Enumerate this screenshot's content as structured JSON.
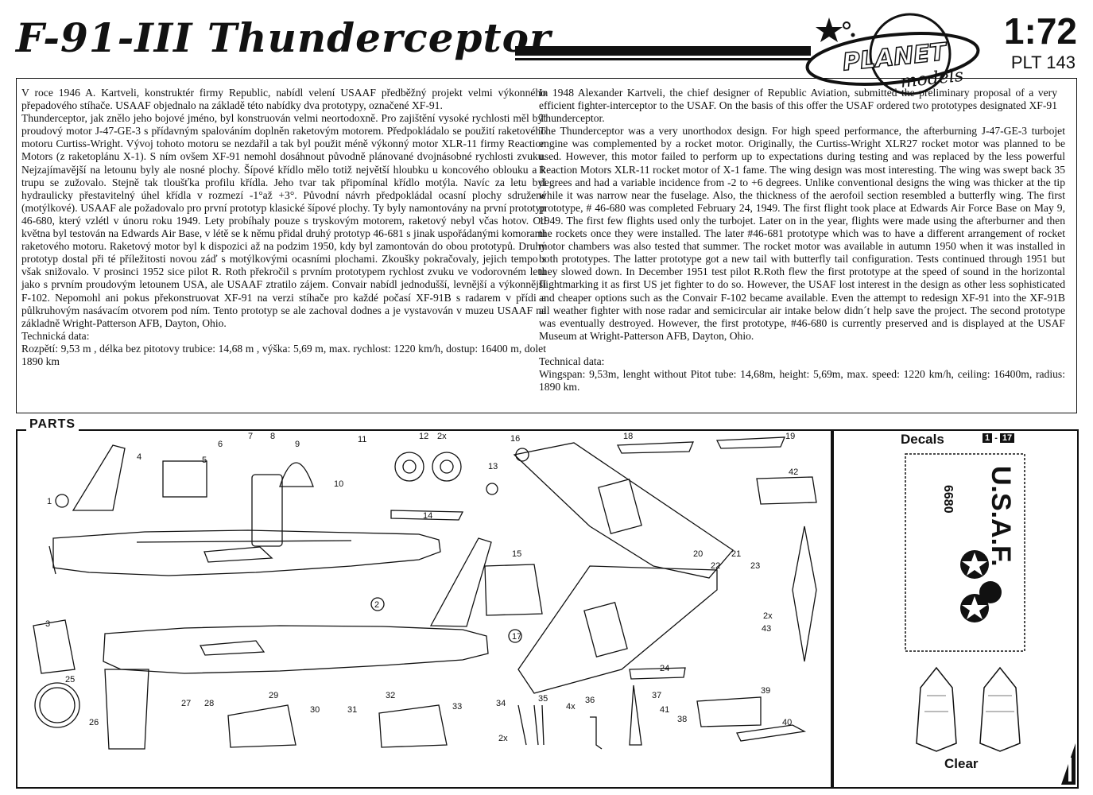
{
  "header": {
    "title": "F-91-III Thunderceptor",
    "scale": "1:72",
    "code": "PLT 143",
    "logo_main": "PLANET",
    "logo_sub": "models"
  },
  "czech": {
    "p1": "V roce 1946 A. Kartveli, konstruktér firmy Republic, nabídl velení USAAF předběžný projekt velmi výkonného přepadového stíhače. USAAF objednalo na základě této nabídky dva prototypy, označené XF-91.",
    "p2": "Thunderceptor, jak znělo jeho bojové jméno, byl konstruován velmi neortodoxně. Pro zajištění vysoké rychlosti měl být proudový motor J-47-GE-3 s přídavným spalováním doplněn raketovým motorem. Předpokládalo se použití raketového motoru Curtiss-Wright. Vývoj tohoto motoru se nezdařil a tak byl použit méně výkonný motor XLR-11 firmy Reaction Motors (z raketoplánu X-1). S ním ovšem XF-91 nemohl dosáhnout původně plánované dvojnásobné rychlosti zvuku. Nejzajímavější na letounu byly ale nosné plochy. Šípové křídlo mělo totiž největší hloubku u koncového oblouku a k trupu se zužovalo. Stejně tak tloušťka profilu křídla. Jeho tvar tak připomínal křídlo motýla. Navíc za letu byl hydraulicky přestavitelný úhel křídla v rozmezí -1°až +3°. Původní návrh předpokládal ocasní plochy sdružené (motýlkové). USAAF ale požadovalo pro první prototyp klasické šípové plochy. Ty byly namontovány na první prototyp 46-680, který vzlétl v únoru roku 1949. Lety probíhaly pouze s tryskovým motorem, raketový nebyl včas hotov. Od května byl testován na Edwards Air Base, v létě se k němu přidal druhý prototyp 46-681 s jinak uspořádanými komorami raketového motoru. Raketový motor byl k dispozici až na podzim 1950, kdy byl zamontován do obou prototypů. Druhý prototyp dostal při té příležitosti novou záď s motýlkovými ocasními plochami. Zkoušky pokračovaly, jejich tempo s však snižovalo. V prosinci 1952 sice pilot R. Roth překročil s prvním prototypem rychlost zvuku ve vodorovném letu jako s prvním proudovým letounem USA, ale USAAF ztratilo zájem. Convair nabídl jednodušší, levnější a výkonnější F-102. Nepomohl ani pokus překonstruovat XF-91 na verzi stíhače pro každé počasí XF-91B s radarem v přídi a půlkruhovým nasávacím otvorem pod ním. Tento prototyp se ale zachoval dodnes a je vystavován v muzeu USAAF na základně Wright-Patterson AFB, Dayton, Ohio.",
    "tech_title": "Technická data:",
    "tech": "Rozpětí: 9,53 m , délka bez pitotovy trubice: 14,68 m , výška: 5,69 m, max. rychlost: 1220 km/h, dostup: 16400 m, dolet 1890 km"
  },
  "english": {
    "p1": "In 1948 Alexander Kartveli, the chief designer of Republic Aviation, submitted the preliminary proposal of a very efficient fighter-interceptor to the USAF. On the basis of this offer the USAF ordered two prototypes designated XF-91 Thunderceptor.",
    "p2": "The Thunderceptor was a very unorthodox design. For high speed performance, the afterburning J-47-GE-3 turbojet engine was complemented by a rocket motor. Originally, the Curtiss-Wright XLR27 rocket motor was planned to be used. However, this motor failed to perform up to expectations during testing and was replaced by the less powerful Reaction Motors XLR-11 rocket motor of X-1 fame. The wing design was most interesting. The wing was swept back 35 degrees and had a variable incidence from -2 to +6 degrees. Unlike conventional designs the wing was thicker at the tip while it was narrow near the fuselage. Also, the thickness of the aerofoil section resembled a butterfly wing. The first prototype, # 46-680 was completed February 24, 1949. The first flight took place at Edwards Air Force Base on May 9, 1949. The first few flights used only the turbojet. Later on in the year, flights were made using the afterburner and then the rockets once they were installed. The later #46-681 prototype which was to have a different arrangement of rocket motor chambers was also tested that summer. The rocket motor was available in autumn 1950 when it was installed in both prototypes. The latter prototype got a new tail with butterfly tail configuration. Tests continued through 1951 but they slowed down. In December 1951 test pilot R.Roth flew the first prototype at the speed of sound in the horizontal flightmarking it as first US jet fighter to do so. However, the USAF lost interest in the design as other less sophisticated and cheaper options such as the Convair F-102 became available. Even the attempt to redesign XF-91 into the XF-91B all weather fighter with nose radar and semicircular air intake below didn´t help save the project. The second prototype was eventually destroyed. However, the first prototype, #46-680 is currently preserved and is displayed at the USAF Museum at Wright-Patterson AFB, Dayton, Ohio.",
    "tech_title": "Technical data:",
    "tech": "Wingspan: 9,53m, lenght without Pitot tube: 14,68m, height: 5,69m, max. speed: 1220 km/h, ceiling: 16400m, radius: 1890 km."
  },
  "parts": {
    "label": "PARTS",
    "numbers": [
      "1",
      "2",
      "3",
      "4",
      "5",
      "6",
      "7",
      "8",
      "9",
      "10",
      "11",
      "12",
      "13",
      "14",
      "15",
      "16",
      "17",
      "18",
      "19",
      "20",
      "21",
      "22",
      "23",
      "24",
      "25",
      "26",
      "27",
      "28",
      "29",
      "30",
      "31",
      "32",
      "33",
      "34",
      "35",
      "36",
      "37",
      "38",
      "39",
      "40",
      "41",
      "42",
      "43"
    ],
    "qty_12": "2x",
    "qty_34": "2x",
    "qty_36": "4x",
    "qty_43": "2x"
  },
  "decals": {
    "label": "Decals",
    "range_from": "1",
    "range_sep": "-",
    "range_to": "17",
    "marking_big": "U.S.A.F.",
    "marking_small": "6680"
  },
  "clear": {
    "label": "Clear"
  }
}
